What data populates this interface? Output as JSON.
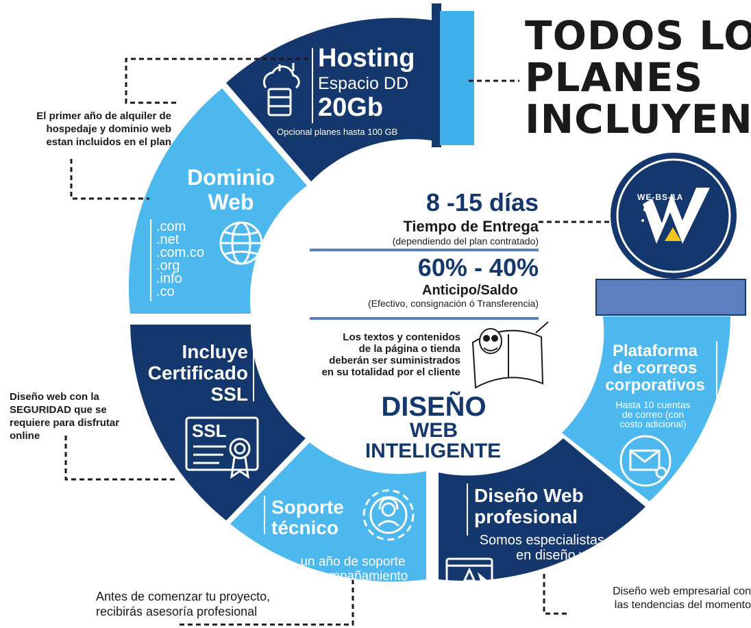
{
  "title": [
    "TODOS LOS",
    "PLANES",
    "INCLUYEN"
  ],
  "logo_text": "WE-BS-1A",
  "hosting": {
    "title": "Hosting",
    "line2": "Espacio DD",
    "line3": "20Gb",
    "note": "Opcional planes hasta 100 GB"
  },
  "dominio": {
    "title": [
      "Dominio",
      "Web"
    ],
    "extensions": [
      ".com",
      ".net",
      ".com.co",
      ".org",
      ".info",
      ".co"
    ]
  },
  "ssl": {
    "title": [
      "Incluye",
      "Certificado",
      "SSL"
    ],
    "badge": "SSL"
  },
  "soporte": {
    "title": [
      "Soporte",
      "técnico"
    ],
    "note": [
      "un año de soporte",
      "y acompañamiento"
    ]
  },
  "diseno_prof": {
    "title": [
      "Diseño Web",
      "profesional"
    ],
    "note": [
      "Somos especialistas",
      "en diseño web"
    ]
  },
  "correos": {
    "title": [
      "Plataforma",
      "de correos",
      "corporativos"
    ],
    "note": [
      "Hasta 10 cuentas",
      "de correo (con",
      "costo adicional)"
    ]
  },
  "center": {
    "days": "8 -15 días",
    "delivery": "Tiempo de Entrega",
    "delivery_note": "(dependiendo del plan contratado)",
    "percent": "60% - 40%",
    "payment": "Anticipo/Saldo",
    "payment_note": "(Efectivo, consignación ó Transferencia)",
    "content_note": [
      "Los textos y contenidos",
      "de la página o tienda",
      "deberán ser suministrados",
      "en su totalidad por el cliente"
    ],
    "brand": [
      "DISEÑO",
      "WEB",
      "INTELIGENTE"
    ]
  },
  "notes": {
    "hosting": [
      "El primer año de alquiler de",
      "hospedaje y dominio web",
      "estan incluidos en el plan"
    ],
    "ssl": [
      "Diseño web con la",
      "SEGURIDAD que se",
      "requiere para disfrutar",
      "online"
    ],
    "soporte": [
      "Antes de comenzar tu proyecto,",
      "recibirás asesoría profesional"
    ],
    "diseno": [
      "Diseño web empresarial con",
      "las tendencias del momento"
    ]
  },
  "colors": {
    "navy": "#14376e",
    "light_blue": "#3fb0ea",
    "text_dark": "#1a1a1a",
    "divider": "#5b7fbf",
    "logo_yellow": "#f3c51a"
  },
  "icons": [
    "server-cloud-icon",
    "globe-icon",
    "ssl-certificate-icon",
    "support-gear-icon",
    "design-monitor-icon",
    "email-icon",
    "book-mascot-icon"
  ]
}
